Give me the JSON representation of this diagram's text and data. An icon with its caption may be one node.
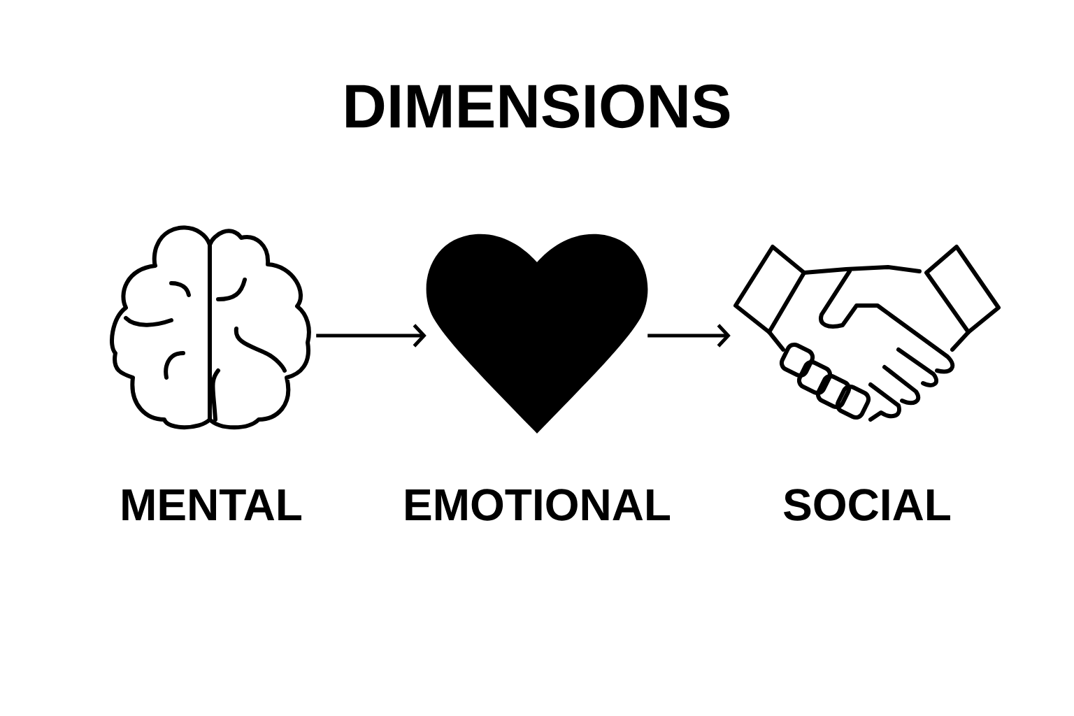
{
  "diagram": {
    "title": "DIMENSIONS",
    "nodes": [
      {
        "text": [],
        "shape": "picture",
        "beside": [
          "MENTAL"
        ]
      },
      {
        "text": [],
        "shape": "picture",
        "beside": [
          "EMOTIONAL"
        ]
      },
      {
        "text": [],
        "shape": "picture",
        "beside": [
          "SOCIAL"
        ]
      }
    ],
    "edges": [
      {
        "from": 0,
        "to": 1,
        "arrow": "to"
      },
      {
        "from": 1,
        "to": 2,
        "arrow": "to"
      }
    ]
  }
}
